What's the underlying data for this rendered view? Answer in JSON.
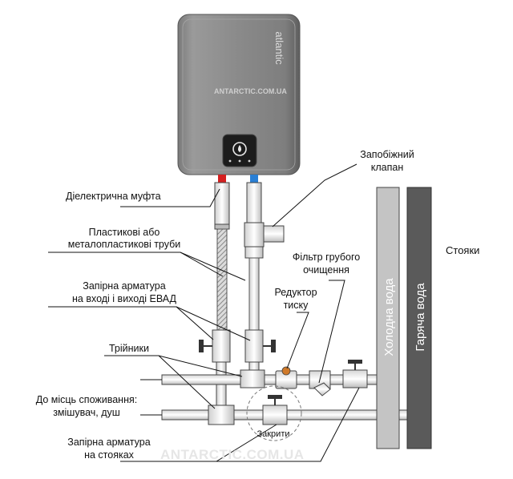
{
  "heater": {
    "brand": "atlantic",
    "watermark": "ANTARCTIC.COM.UA"
  },
  "labels": {
    "dielectric_coupling": "Діелектрична муфта",
    "pipes_line1": "Пластикові або",
    "pipes_line2": "металопластикові труби",
    "shutoff_evad_line1": "Запірна арматура",
    "shutoff_evad_line2": "на вході і виході ЕВАД",
    "tees": "Трійники",
    "consumption_line1": "До місць споживання:",
    "consumption_line2": "змішувач, душ",
    "shutoff_risers_line1": "Запірна арматура",
    "shutoff_risers_line2": "на стояках",
    "safety_valve_line1": "Запобіжний",
    "safety_valve_line2": "клапан",
    "coarse_filter_line1": "Фільтр грубого",
    "coarse_filter_line2": "очищення",
    "reducer_line1": "Редуктор",
    "reducer_line2": "тиску",
    "risers": "Стояки",
    "cold_water": "Холодна вода",
    "hot_water": "Гаряча вода",
    "closed": "Закрити"
  },
  "footer_watermark": "ANTARCTIC.COM.UA",
  "colors": {
    "heater_body": "#8f8f8f",
    "pipe_fill": "#ffffff",
    "pipe_stroke": "#444444",
    "hot_marker": "#d42020",
    "cold_marker": "#2a7fd4",
    "riser_cold": "#c4c4c4",
    "riser_hot": "#5a5a5a"
  }
}
